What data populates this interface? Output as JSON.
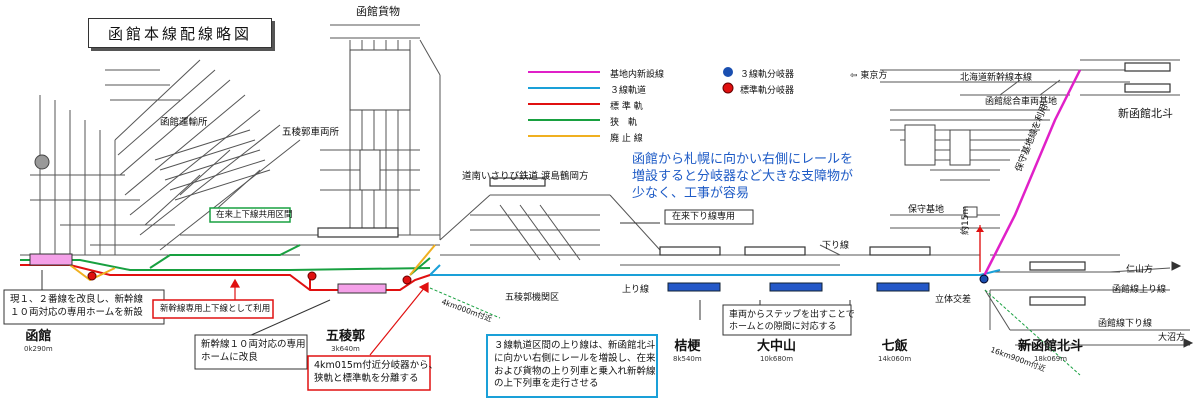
{
  "title": "函館本線配線略図",
  "labels": {
    "hakodate_freight": "函館貨物",
    "hakodate_depot": "函館運輸所",
    "goryokaku_depot": "五稜郭車両所",
    "dounan_line": "道南いさりび鉄道 渡島鶴岡方",
    "goryokaku_yard": "五稜郭機関区",
    "shinkansen_line": "北海道新幹線本線",
    "tokyo_dir": "⇦ 東京方",
    "rolling_base": "函館総合車両基地",
    "maint_base": "保守基地",
    "maint_line": "保守基地線を利用",
    "shin_hakodate_top": "新函館北斗",
    "nishiyama": "仁山方",
    "up_main": "函館線上り線",
    "down_main": "函館線下り線",
    "onuma": "大沼方",
    "up_line": "上り線",
    "down_line": "下り線",
    "grade_sep": "立体交差",
    "about_15m": "約15m",
    "km4": "4km000m付近",
    "km16": "16km900m付近"
  },
  "legend": {
    "items": [
      {
        "label": "基地内新設線",
        "color": "#e020c8"
      },
      {
        "label": "３線軌道",
        "color": "#1aa0d8"
      },
      {
        "label": "標 準 軌",
        "color": "#e01010"
      },
      {
        "label": "狭　軌",
        "color": "#18a040"
      },
      {
        "label": "廃 止 線",
        "color": "#f0b020"
      }
    ],
    "markers": [
      {
        "label": "３線軌分岐器",
        "color": "#1a4fb0"
      },
      {
        "label": "標準軌分岐器",
        "color": "#e01010"
      }
    ]
  },
  "notes": {
    "right_side": [
      "函館から札幌に向かい右側にレールを",
      "増設すると分岐器など大きな支障物が",
      "少なく、工事が容易"
    ],
    "shared_section": "在来上下線共用区間",
    "down_only": "在来下り線専用",
    "current_platform": [
      "現１、２番線を改良し、新幹線",
      "１０両対応の専用ホームを新設"
    ],
    "shinkansen_dedicated": "新幹線専用上下線として利用",
    "goryokaku_platform": [
      "新幹線１０両対応の専用",
      "ホームに改良"
    ],
    "split": [
      "4km015m付近分岐器から、",
      "狭軌と標準軌を分離する"
    ],
    "up_line_note": [
      "３線軌道区間の上り線は、新函館北斗",
      "に向かい右側にレールを増設し、在来",
      "および貨物の上り列車と乗入れ新幹線",
      "の上下列車を走行させる"
    ],
    "step": [
      "車両からステップを出すことで",
      "ホームとの隙間に対応する"
    ]
  },
  "stations": [
    {
      "name": "函館",
      "km": "0k290m"
    },
    {
      "name": "五稜郭",
      "km": "3k640m"
    },
    {
      "name": "桔梗",
      "km": "8k540m"
    },
    {
      "name": "大中山",
      "km": "10k680m"
    },
    {
      "name": "七飯",
      "km": "14k060m"
    },
    {
      "name": "新函館北斗",
      "km": "18k069m"
    }
  ],
  "colors": {
    "magenta": "#e020c8",
    "cyan": "#1aa0d8",
    "red": "#e01010",
    "green": "#18a040",
    "yellow": "#f0b020",
    "blue_platform": "#2458c8",
    "pink_platform": "#f4a0e8",
    "note_blue": "#1e5bc6"
  }
}
